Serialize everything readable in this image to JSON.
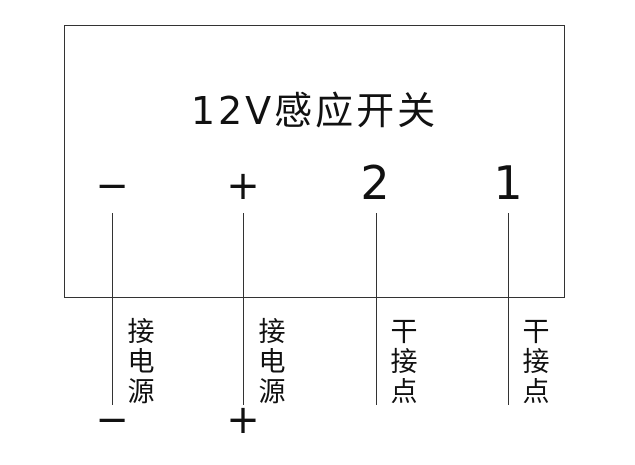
{
  "title": "12V感应开关",
  "terminals": [
    {
      "label": "−",
      "desc": [
        "接",
        "电",
        "源"
      ],
      "bottom_sign": "−"
    },
    {
      "label": "+",
      "desc": [
        "接",
        "电",
        "源"
      ],
      "bottom_sign": "+"
    },
    {
      "label": "2",
      "desc": [
        "干",
        "接",
        "点"
      ],
      "bottom_sign": ""
    },
    {
      "label": "1",
      "desc": [
        "干",
        "接",
        "点"
      ],
      "bottom_sign": ""
    }
  ]
}
